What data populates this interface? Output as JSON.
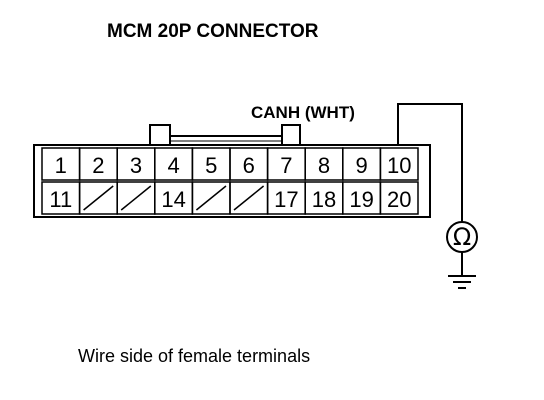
{
  "title": "MCM 20P CONNECTOR",
  "wire_label": "CANH (WHT)",
  "caption": "Wire side of female terminals",
  "meter_symbol": "Ω",
  "connector": {
    "top_row": [
      "1",
      "2",
      "3",
      "4",
      "5",
      "6",
      "7",
      "8",
      "9",
      "10"
    ],
    "bottom_row": [
      "11",
      "",
      "",
      "14",
      "",
      "",
      "17",
      "18",
      "19",
      "20"
    ],
    "empty_cavity_positions": [
      2,
      3,
      5,
      6
    ]
  },
  "colors": {
    "line": "#000000",
    "background": "#ffffff"
  }
}
